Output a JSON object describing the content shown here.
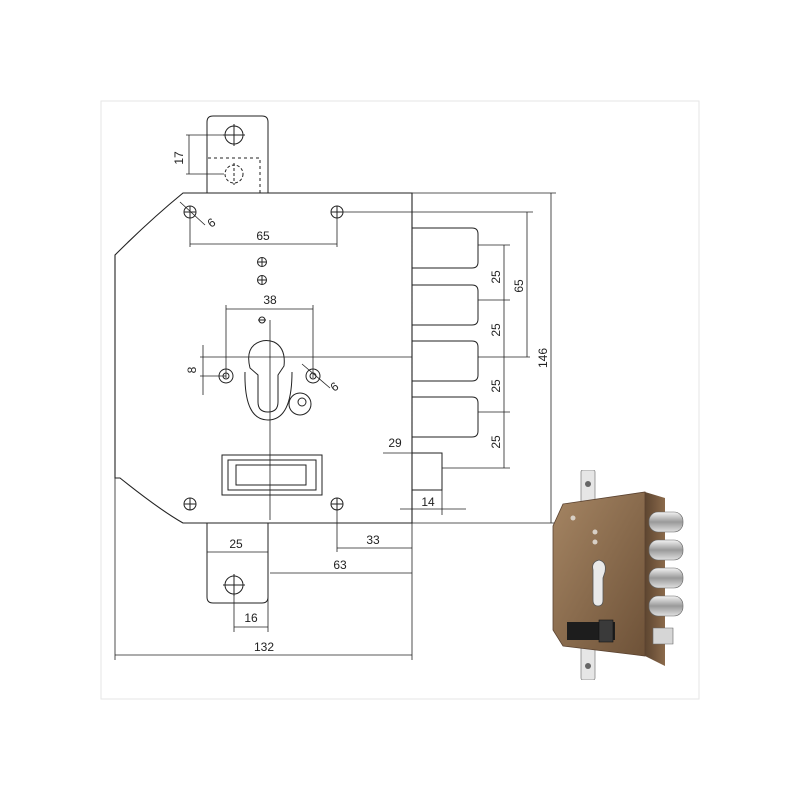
{
  "drawing": {
    "dims": {
      "d17": "17",
      "d6a": "6",
      "d65h": "65",
      "d38": "38",
      "d8": "8",
      "d6b": "6",
      "d25a": "25",
      "d25b": "25",
      "d25c": "25",
      "d25d": "25",
      "d65v": "65",
      "d146": "146",
      "d29": "29",
      "d14": "14",
      "d25bottom": "25",
      "d33": "33",
      "d63": "63",
      "d16": "16",
      "d132": "132"
    }
  },
  "photo": {
    "body_color": "#8a6a4a",
    "bolt_color": "#c9c9c9"
  }
}
